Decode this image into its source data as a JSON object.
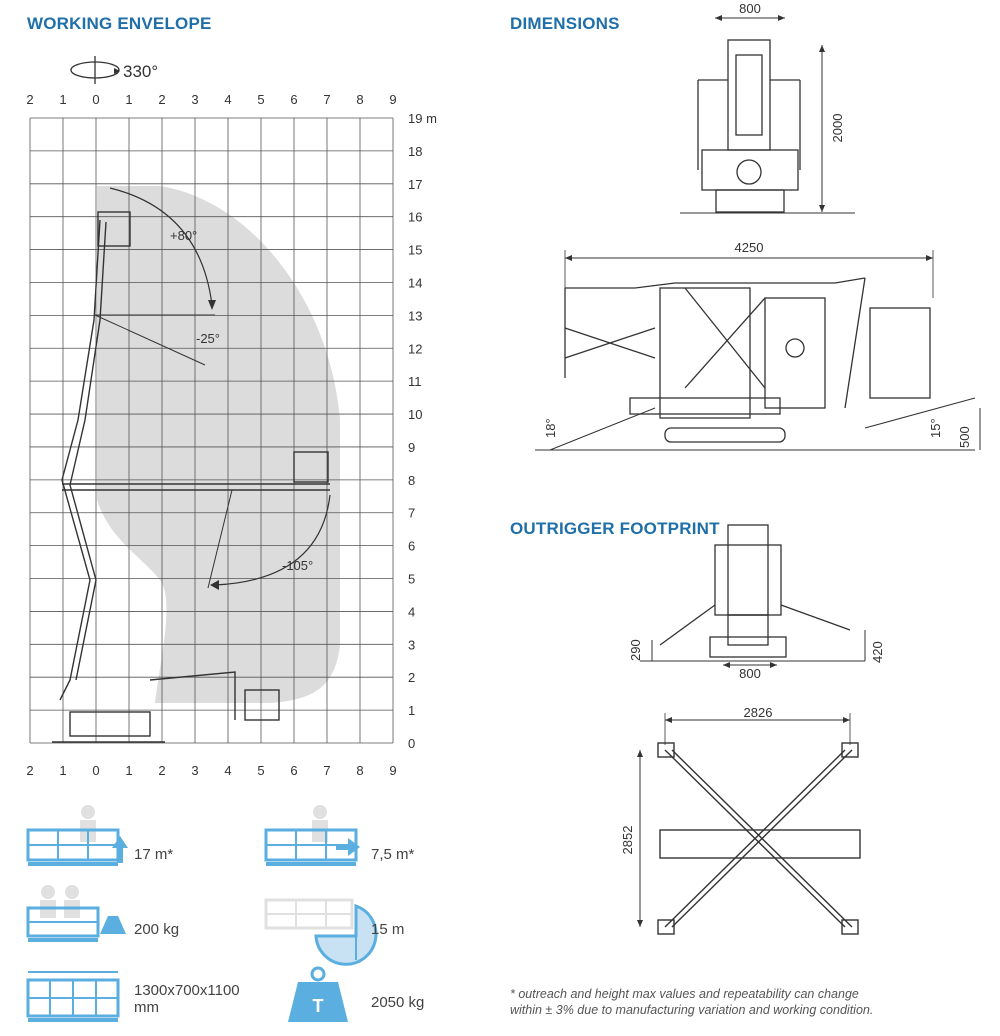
{
  "titles": {
    "working_envelope": "WORKING ENVELOPE",
    "dimensions": "DIMENSIONS",
    "outrigger_footprint": "OUTRIGGER FOOTPRINT"
  },
  "envelope": {
    "rotation": "330°",
    "x_ticks": [
      "2",
      "1",
      "0",
      "1",
      "2",
      "3",
      "4",
      "5",
      "6",
      "7",
      "8",
      "9"
    ],
    "y_ticks": [
      "0",
      "1",
      "2",
      "3",
      "4",
      "5",
      "6",
      "7",
      "8",
      "9",
      "10",
      "11",
      "12",
      "13",
      "14",
      "15",
      "16",
      "17",
      "18",
      "19 m"
    ],
    "angles": {
      "up": "+80°",
      "down": "-25°",
      "jib": "-105°"
    }
  },
  "dimensions": {
    "front_width": "800",
    "front_height": "2000",
    "side_length": "4250",
    "angle_left": "18°",
    "angle_right": "15°",
    "side_height": "500"
  },
  "footprint": {
    "left_height": "290",
    "right_height": "420",
    "track_width": "800",
    "span_x": "2826",
    "span_y": "2852"
  },
  "specs": {
    "height": "17 m*",
    "outreach": "7,5 m*",
    "capacity": "200 kg",
    "rotation_radius": "15 m",
    "basket": "1300x700x1100",
    "basket_unit": "mm",
    "weight": "2050 kg"
  },
  "footnote": {
    "line1": "* outreach and height max values and repeatability can change",
    "line2": "within ± 3% due to manufacturing variation and working condition."
  },
  "colors": {
    "accent": "#1f6fa8",
    "icon_blue": "#5aaee0",
    "envelope_fill": "#dcdcdc",
    "grid": "#555555"
  }
}
